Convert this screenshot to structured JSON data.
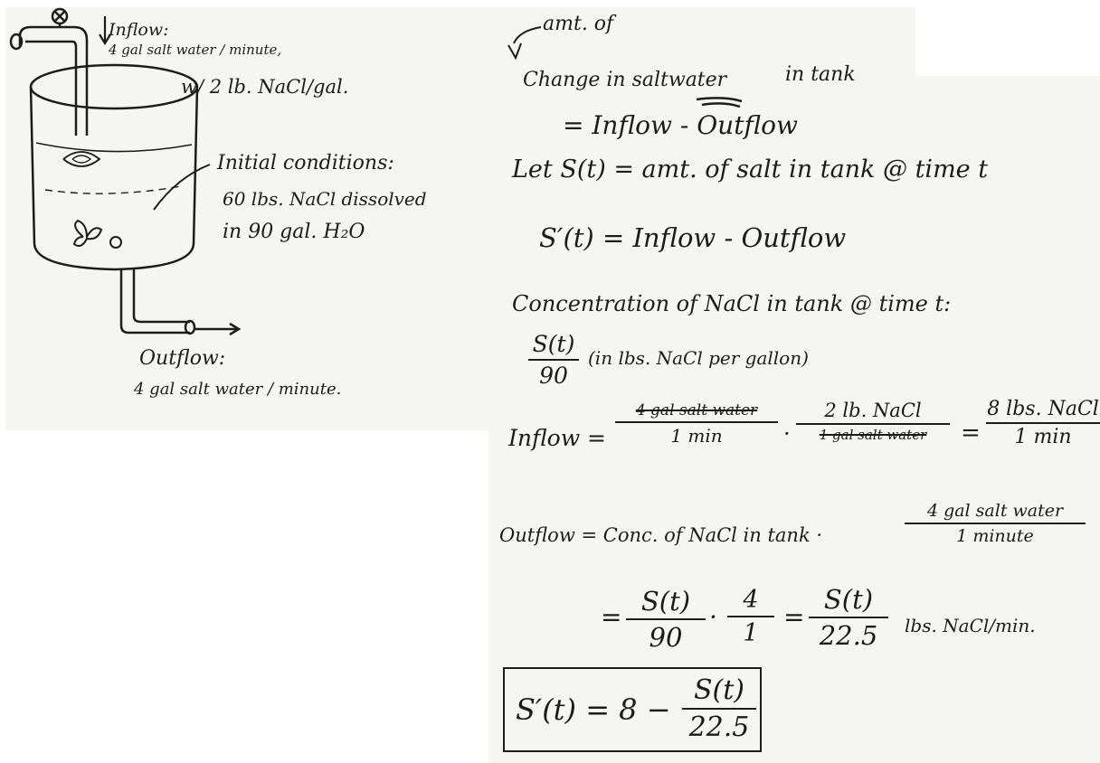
{
  "left_note": {
    "inflow_title": "Inflow:",
    "inflow_rate": "4 gal salt water / minute,",
    "inflow_conc": "w/ 2 lb. NaCl/gal.",
    "initial_title": "Initial conditions:",
    "initial_line1": "60 lbs. NaCl dissolved",
    "initial_line2": "in 90 gal. H₂O",
    "outflow_title": "Outflow:",
    "outflow_rate": "4 gal salt water / minute."
  },
  "right_note": {
    "amt_of": "amt. of",
    "change_line": "Change in saltwater",
    "change_tail": "in tank",
    "eq_inflow_outflow": "= Inflow - Outflow",
    "let_line": "Let S(t) = amt. of salt in tank @ time t",
    "sprime_line": "S′(t) = Inflow - Outflow",
    "conc_line": "Concentration of NaCl in tank @ time t:",
    "conc_num": "S(t)",
    "conc_den": "90",
    "conc_unit": "(in lbs. NaCl per gallon)",
    "inflow_label": "Inflow =",
    "inflow_f1_num": "4 gal salt water",
    "inflow_f1_den": "1 min",
    "dot": "·",
    "inflow_f2_num": "2 lb. NaCl",
    "inflow_f2_den": "1 gal salt water",
    "equals": "=",
    "inflow_f3_num": "8 lbs. NaCl",
    "inflow_f3_den": "1 min",
    "outflow_label": "Outflow = Conc. of NaCl in tank ·",
    "outflow_f_num": "4 gal salt water",
    "outflow_f_den": "1 minute",
    "out2_num1": "S(t)",
    "out2_den1": "90",
    "out2_num2": "4",
    "out2_den2": "1",
    "out2_num3": "S(t)",
    "out2_den3": "22.5",
    "out2_unit": "lbs. NaCl/min.",
    "final_lhs": "S′(t) = 8 −",
    "final_num": "S(t)",
    "final_den": "22.5"
  }
}
